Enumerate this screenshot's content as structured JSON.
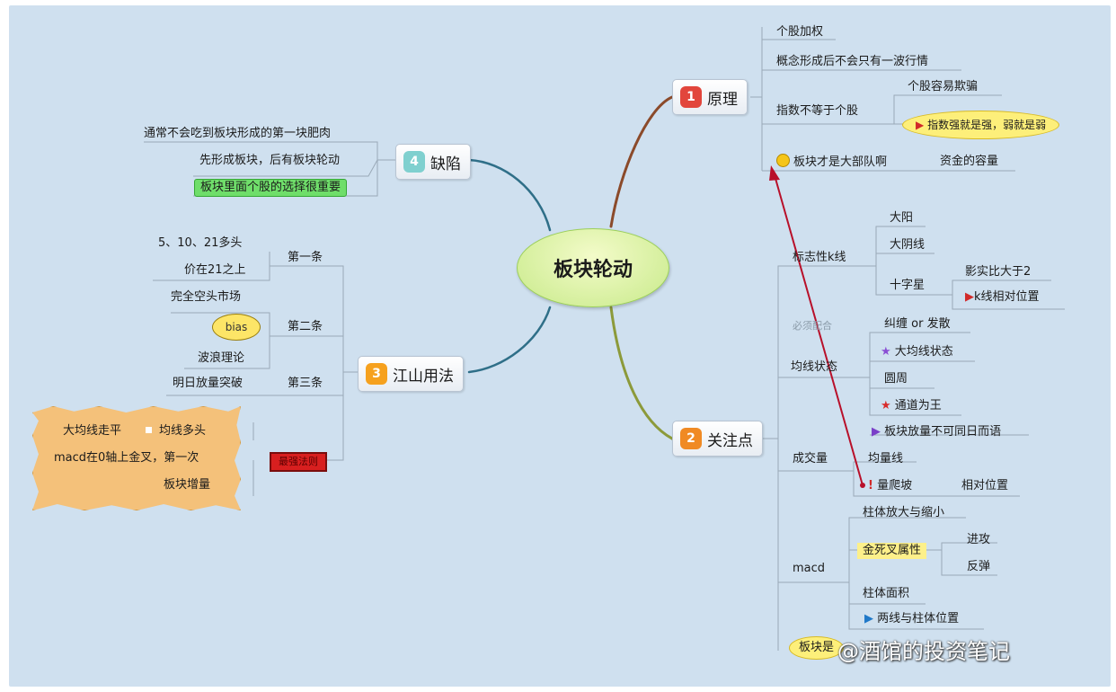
{
  "center": "板块轮动",
  "topics": {
    "t1": {
      "num": "1",
      "label": "原理"
    },
    "t2": {
      "num": "2",
      "label": "关注点"
    },
    "t3": {
      "num": "3",
      "label": "江山用法"
    },
    "t4": {
      "num": "4",
      "label": "缺陷"
    }
  },
  "principle": {
    "a": "个股加权",
    "b": "概念形成后不会只有一波行情",
    "c": "指数不等于个股",
    "c1": "个股容易欺骗",
    "c2": "指数强就是强，弱就是弱",
    "d": "板块才是大部队啊",
    "d1": "资金的容量"
  },
  "defects": {
    "a": "通常不会吃到板块形成的第一块肥肉",
    "b": "先形成板块，后有板块轮动",
    "c": "板块里面个股的选择很重要"
  },
  "usage": {
    "r1": "第一条",
    "r1a": "5、10、21多头",
    "r1b": "价在21之上",
    "r2": "第二条",
    "r2a": "完全空头市场",
    "r2b": "bias",
    "r2c": "波浪理论",
    "r3": "第三条",
    "r3a": "明日放量突破",
    "rule": "最强法则",
    "cloud_a": "大均线走平",
    "cloud_b": "均线多头",
    "cloud_c": "macd在0轴上金叉，第一次",
    "cloud_d": "板块增量"
  },
  "focus": {
    "k": "标志性k线",
    "k1": "大阳",
    "k2": "大阴线",
    "k3": "十字星",
    "k3a": "影实比大于2",
    "k3b": "k线相对位置",
    "note": "必须配合",
    "ma": "均线状态",
    "ma1": "纠缠 or 发散",
    "ma2": "大均线状态",
    "ma3": "圆周",
    "ma4": "通道为王",
    "ma5": "板块放量不可同日而语",
    "vol": "成交量",
    "vol1": "均量线",
    "vol2": "量爬坡",
    "vol3": "相对位置",
    "macd": "macd",
    "macd1": "柱体放大与缩小",
    "macd2": "金死叉属性",
    "macd2a": "进攻",
    "macd2b": "反弹",
    "macd3": "柱体面积",
    "macd4": "两线与柱体位置",
    "last": "板块是"
  },
  "watermark": "@酒馆的投资笔记"
}
